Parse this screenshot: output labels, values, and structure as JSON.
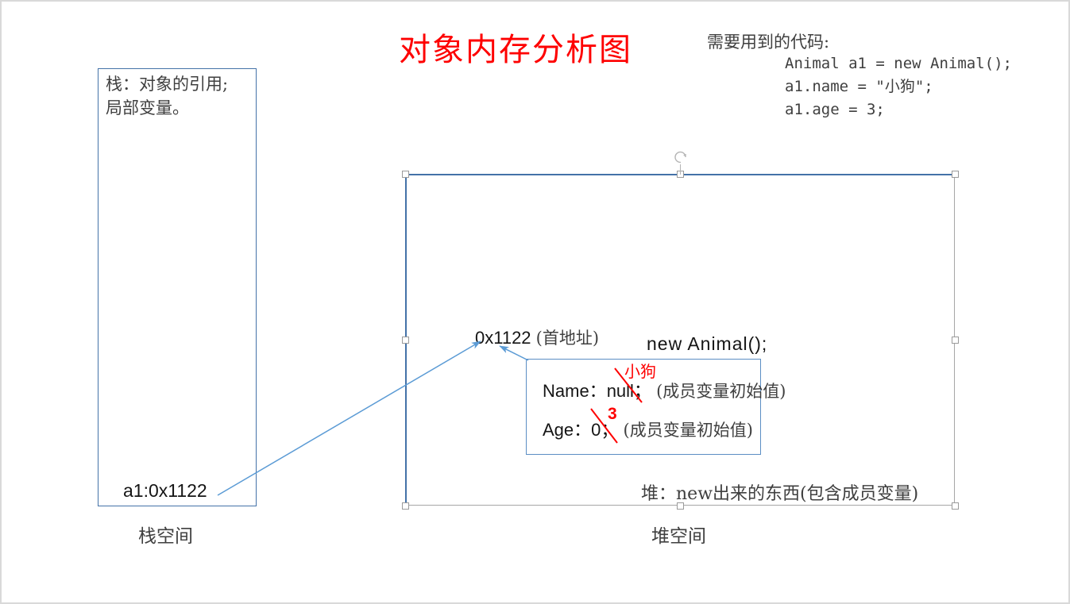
{
  "slide": {
    "title": "对象内存分析图",
    "title_color": "#fe0000",
    "accent_blue": "#4472a8",
    "arrow_blue": "#5b9bd5"
  },
  "code_block": {
    "heading": "需要用到的代码:",
    "lines": [
      "Animal a1 = new Animal();",
      "a1.name = \"小狗\";",
      "a1.age = 3;"
    ]
  },
  "stack": {
    "description": "栈：对象的引用;\n局部变量。",
    "description_line1": "栈：对象的引用;",
    "description_line2": "局部变量。",
    "value": "a1:0x1122",
    "label": "栈空间"
  },
  "heap": {
    "address": "0x1122",
    "address_note": "(首地址)",
    "new_expression": "new Animal();",
    "description": "堆：new出来的东西(包含成员变量)",
    "label": "堆空间",
    "selected": true
  },
  "object_box": {
    "fields": [
      {
        "name": "Name：",
        "value": "null；",
        "note": "(成员变量初始值)",
        "annotation": "小狗",
        "annotation_color": "#fe0000",
        "struck_through": true
      },
      {
        "name": "Age：",
        "value": "0；",
        "note": "(成员变量初始值)",
        "annotation": "3",
        "annotation_color": "#fe0000",
        "struck_through": true
      }
    ]
  }
}
